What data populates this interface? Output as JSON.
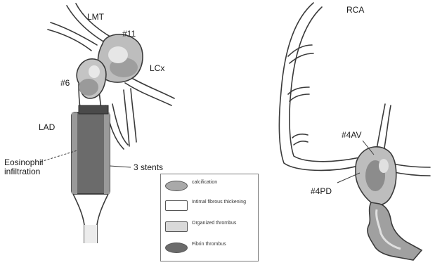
{
  "left_labels": {
    "lmt": "LMT",
    "seg11": "#11",
    "lcx": "LCx",
    "seg6": "#6",
    "lad": "LAD",
    "eosinophil": "Eosinophil\ninfiltration",
    "stents": "3 stents"
  },
  "right_labels": {
    "rca": "RCA",
    "seg4av": "#4AV",
    "seg4pd": "#4PD"
  },
  "legend": {
    "items": [
      {
        "label": "calcification",
        "color": "#a9a9a9",
        "shape": "ellipse"
      },
      {
        "label": "Intimal fibrous thickening",
        "color": "#ffffff",
        "shape": "rect"
      },
      {
        "label": "Organized thrombus",
        "color": "#d9d9d9",
        "shape": "rect"
      },
      {
        "label": "Fibrin thrombus",
        "color": "#6b6b6b",
        "shape": "ellipse"
      }
    ]
  },
  "colors": {
    "vessel_outline": "#3a3a3a",
    "calcification": "#a9a9a9",
    "organized_thrombus": "#d9d9d9",
    "fibrin_thrombus": "#6b6b6b",
    "stent_band": "#4a4a4a"
  }
}
